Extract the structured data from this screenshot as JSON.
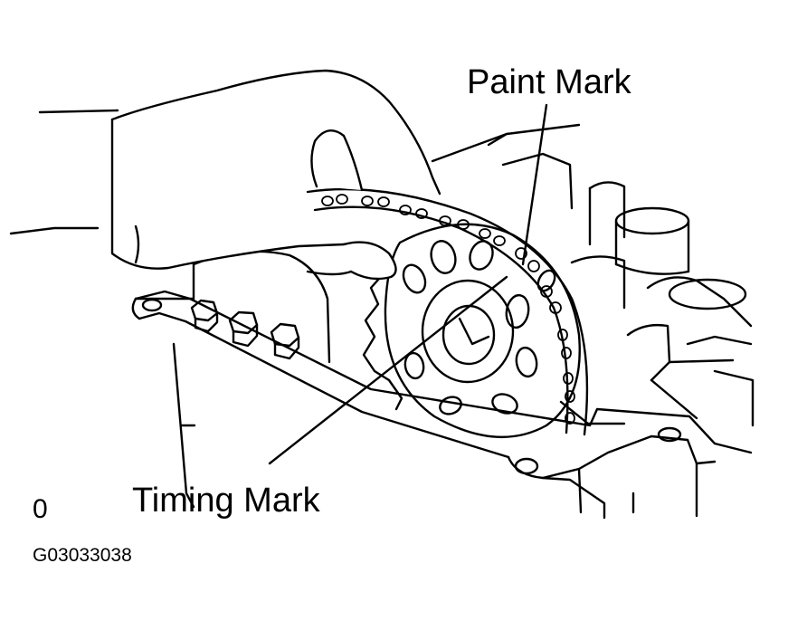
{
  "labels": {
    "paint_mark": "Paint Mark",
    "timing_mark": "Timing Mark",
    "corner_mark": "0",
    "figure_code": "G03033038"
  },
  "colors": {
    "line": "#000000",
    "background": "#ffffff"
  }
}
